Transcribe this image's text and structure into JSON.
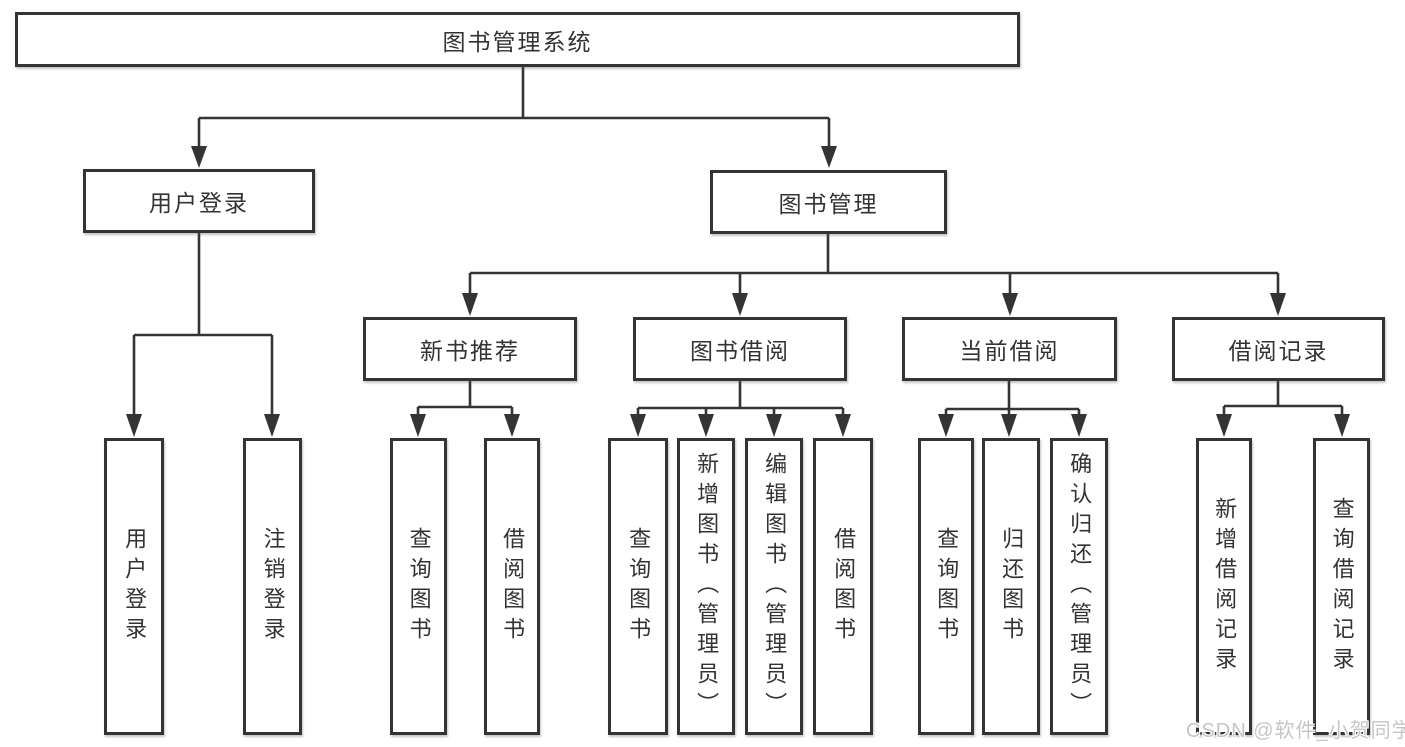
{
  "diagram": {
    "root": {
      "label": "图书管理系统"
    },
    "level2": [
      {
        "label": "用户登录"
      },
      {
        "label": "图书管理"
      }
    ],
    "level3": [
      {
        "label": "新书推荐"
      },
      {
        "label": "图书借阅"
      },
      {
        "label": "当前借阅"
      },
      {
        "label": "借阅记录"
      }
    ],
    "leaves": {
      "user": [
        "用户登录",
        "注销登录"
      ],
      "recommend": [
        "查询图书",
        "借阅图书"
      ],
      "borrow": [
        "查询图书",
        "新增图书（管理员）",
        "编辑图书（管理员）",
        "借阅图书"
      ],
      "current": [
        "查询图书",
        "归还图书",
        "确认归还（管理员）"
      ],
      "records": [
        "新增借阅记录",
        "查询借阅记录"
      ]
    },
    "watermark": "CSDN @软件_小贺同学",
    "colors": {
      "line": "#343434",
      "text": "#333333",
      "background": "#ffffff",
      "watermark": "#c6c6c6"
    }
  }
}
